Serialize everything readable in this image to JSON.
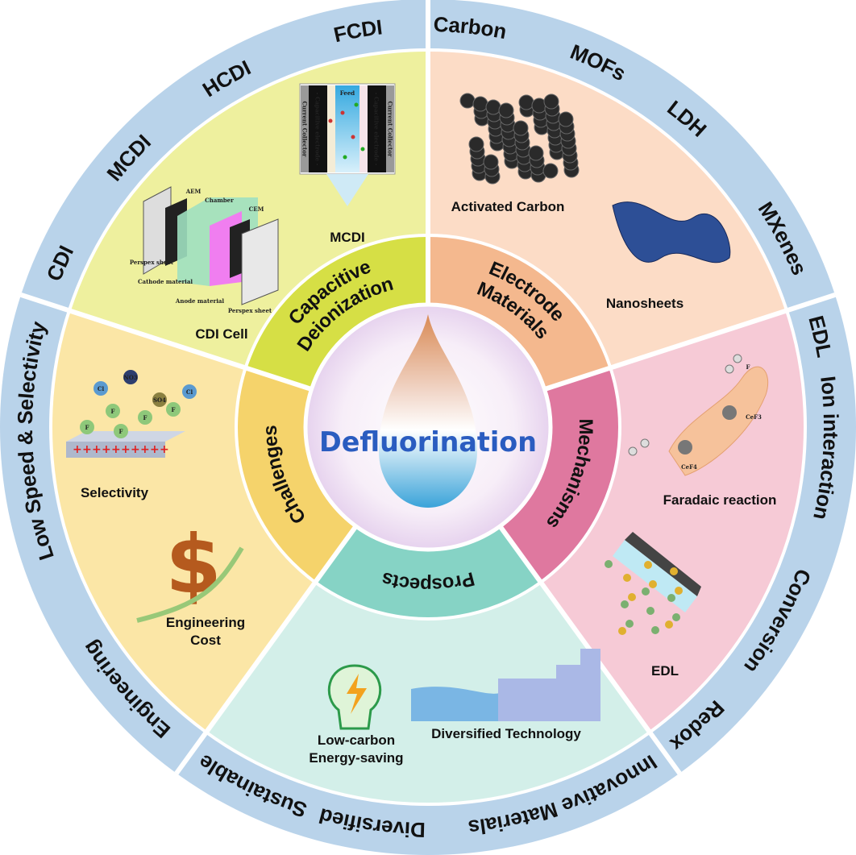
{
  "title": "Defluorination",
  "inner_labels": {
    "capacitive_1": "Capacitive",
    "capacitive_2": "Deionization",
    "electrode_1": "Electrode",
    "electrode_2": "Materials",
    "mechanisms": "Mechanisms",
    "prospects": "Prospects",
    "challenges": "Challenges"
  },
  "outer_labels": [
    "Carbon",
    "MOFs",
    "LDH",
    "MXenes",
    "EDL",
    "Ion interaction",
    "Conversion",
    "Redox",
    "Innovative Materials",
    "Diversified",
    "Sustainable",
    "Engineering",
    "Low Speed  & Selectivity",
    "CDI",
    "MCDI",
    "HCDI",
    "FCDI"
  ],
  "captions": {
    "mcdi": "MCDI",
    "cdi_cell": "CDI Cell",
    "activated_carbon": "Activated Carbon",
    "nanosheets": "Nanosheets",
    "faradaic": "Faradaic reaction",
    "edl": "EDL",
    "low_carbon_1": "Low-carbon",
    "low_carbon_2": "Energy-saving",
    "diversified_tech": "Diversified Technology",
    "eng_cost_1": "Engineering",
    "eng_cost_2": "Cost",
    "selectivity": "Selectivity"
  },
  "cdi_cell_labels": {
    "aem": "AEM",
    "chamber": "Chamber",
    "cem": "CEM",
    "perspex1": "Perspex sheet",
    "cathode": "Cathode material",
    "anode": "Anode material",
    "perspex2": "Perspex sheet"
  },
  "mcdi_labels": {
    "feed": "Feed",
    "electrode": "- Capacitive electrode -",
    "collector": "Current Collector"
  },
  "ions": {
    "cl": "Cl",
    "no3": "NO3",
    "so4": "SO4",
    "f": "F",
    "cef3": "CeF3",
    "cef4": "CeF4"
  },
  "colors": {
    "outer_ring": "#b9d3ea",
    "capacitive": "#d6df45",
    "electrode": "#f4b88e",
    "mechanisms": "#df789f",
    "prospects": "#86d3c5",
    "challenges": "#f5d36b",
    "title": "#2a5cc0"
  }
}
